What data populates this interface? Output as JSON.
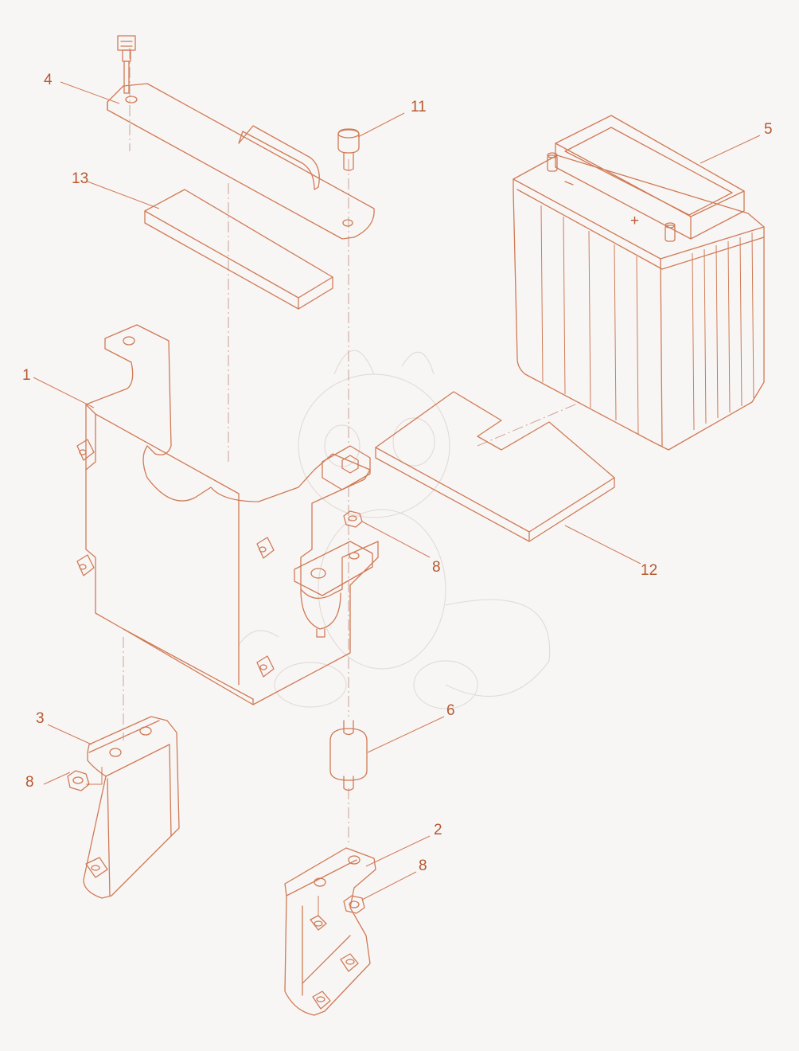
{
  "callouts": {
    "c1": "1",
    "c2": "2",
    "c3": "3",
    "c4": "4",
    "c5": "5",
    "c6": "6",
    "c8a": "8",
    "c8b": "8",
    "c8c": "8",
    "c11": "11",
    "c12": "12",
    "c13": "13"
  },
  "battery_symbol": "+",
  "colors": {
    "line": "#cf7a55",
    "label": "#b6582f",
    "background": "#f8f6f5"
  }
}
